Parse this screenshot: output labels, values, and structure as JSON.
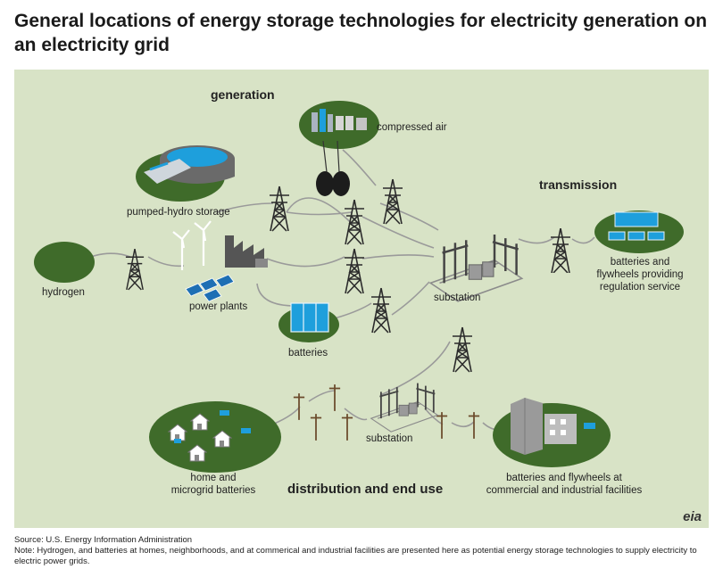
{
  "title": "General locations of energy storage technologies for electricity generation on an electricity grid",
  "headers": {
    "generation": "generation",
    "transmission": "transmission",
    "distribution": "distribution and end use"
  },
  "labels": {
    "compressed_air": "compressed air",
    "pumped_hydro": "pumped-hydro storage",
    "hydrogen": "hydrogen",
    "power_plants": "power plants",
    "batteries": "batteries",
    "substation_transmission": "substation",
    "regulation_line1": "batteries and",
    "regulation_line2": "flywheels providing",
    "regulation_line3": "regulation service",
    "substation_distribution": "substation",
    "home_line1": "home and",
    "home_line2": "microgrid batteries",
    "commercial_line1": "batteries and flywheels at",
    "commercial_line2": "commercial and industrial facilities"
  },
  "logo": "eia",
  "source": "Source: U.S. Energy Information Administration",
  "note": "Note: Hydrogen, and batteries at homes, neighborhoods, and at commerical and industrial facilities are presented here as potential energy storage technologies to supply electricity to electric power grids.",
  "colors": {
    "background": "#d8e3c6",
    "ground": "#3f6b2a",
    "battery_blue": "#1e9fdc",
    "wires": "#9a9a9a",
    "tower": "#2b2b2b"
  }
}
